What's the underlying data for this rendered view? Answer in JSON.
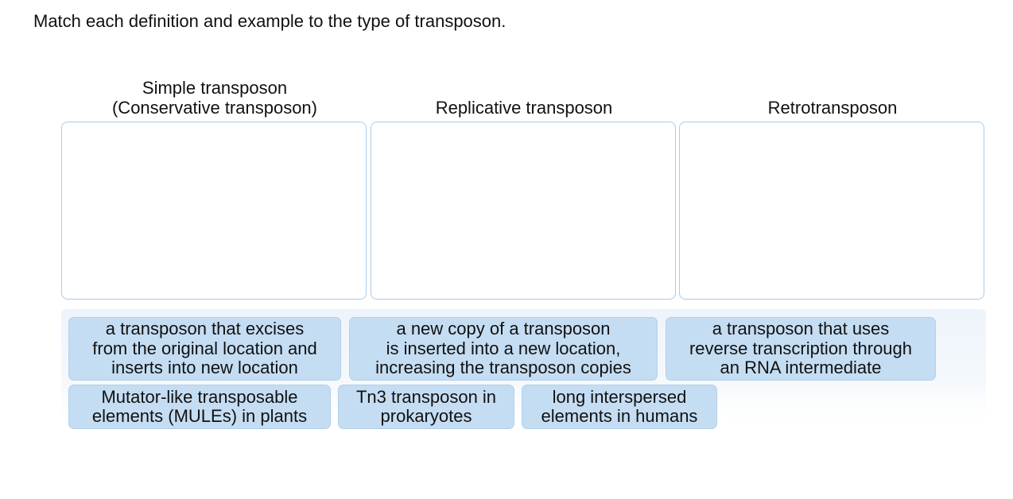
{
  "instructions": "Match each definition and example to the type of transposon.",
  "categories": [
    {
      "label": "Simple transposon\n(Conservative transposon)"
    },
    {
      "label": "Replicative transposon"
    },
    {
      "label": "Retrotransposon"
    }
  ],
  "items": [
    {
      "label": "a transposon that excises\nfrom the original location and\ninserts into new location"
    },
    {
      "label": "a new copy of a transposon\nis inserted into a new location,\nincreasing the transposon copies"
    },
    {
      "label": "a transposon that uses\nreverse transcription through\nan RNA intermediate"
    },
    {
      "label": "Mutator-like transposable\nelements (MULEs) in plants"
    },
    {
      "label": "Tn3 transposon in\nprokaryotes"
    },
    {
      "label": "long interspersed\nelements in humans"
    }
  ],
  "colors": {
    "chip_bg": "#c5ddf3",
    "zone_border": "#a9cbe8",
    "tray_bg": "#eef4fb"
  }
}
